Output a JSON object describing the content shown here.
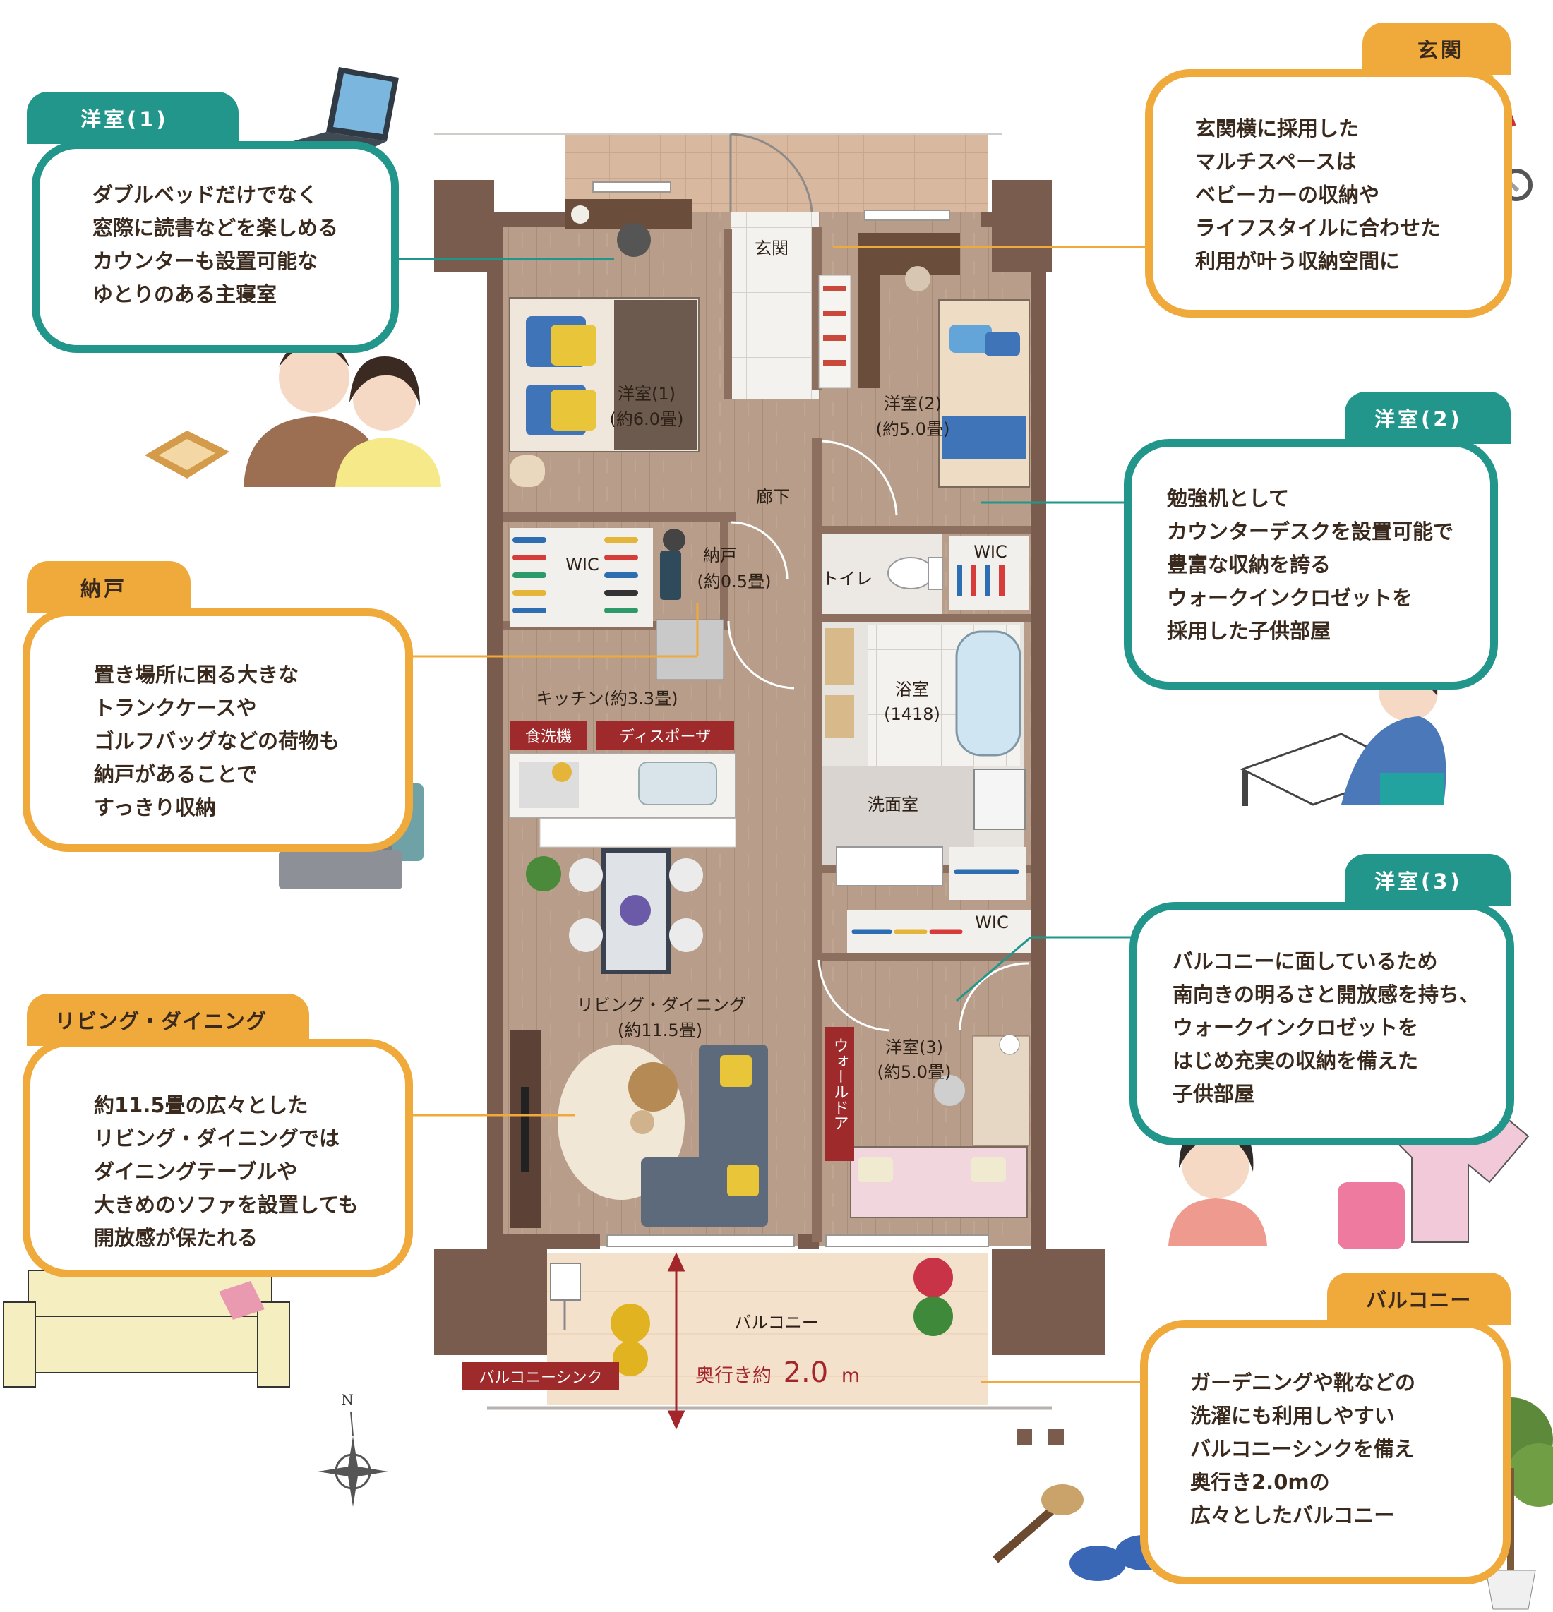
{
  "rooms": {
    "bedroom1": "洋室(1)",
    "bedroom1_size": "(約6.0畳)",
    "bedroom2": "洋室(2)",
    "bedroom2_size": "(約5.0畳)",
    "bedroom3": "洋室(3)",
    "bedroom3_size": "(約5.0畳)",
    "entrance": "玄関",
    "hallway": "廊下",
    "wic": "WIC",
    "storage": "納戸",
    "storage_size": "(約0.5畳)",
    "toilet": "トイレ",
    "bath": "浴室",
    "bath_size": "(1418)",
    "washroom": "洗面室",
    "kitchen": "キッチン(約3.3畳)",
    "living": "リビング・ダイニング",
    "living_size": "(約11.5畳)",
    "balcony": "バルコニー",
    "depth_prefix": "奥行き約",
    "depth_value": "2.0",
    "depth_unit": "m",
    "compass_n": "N"
  },
  "tags": {
    "dishwasher": "食洗機",
    "disposer": "ディスポーザ",
    "wall_door": "ウォールドア",
    "balcony_sink": "バルコニーシンク"
  },
  "callouts": {
    "bedroom1": {
      "title": "洋室(1)",
      "text": "ダブルベッドだけでなく\n窓際に読書などを楽しめる\nカウンターも設置可能な\nゆとりのある主寝室"
    },
    "storage": {
      "title": "納戸",
      "text": "置き場所に困る大きな\nトランクケースや\nゴルフバッグなどの荷物も\n納戸があることで\nすっきり収納"
    },
    "living": {
      "title": "リビング・ダイニング",
      "text": "約11.5畳の広々とした\nリビング・ダイニングでは\nダイニングテーブルや\n大きめのソファを設置しても\n開放感が保たれる"
    },
    "entrance": {
      "title": "玄関",
      "text": "玄関横に採用した\nマルチスペースは\nベビーカーの収納や\nライフスタイルに合わせた\n利用が叶う収納空間に"
    },
    "bedroom2": {
      "title": "洋室(2)",
      "text": "勉強机として\nカウンターデスクを設置可能で\n豊富な収納を誇る\nウォークインクロゼットを\n採用した子供部屋"
    },
    "bedroom3": {
      "title": "洋室(3)",
      "text": "バルコニーに面しているため\n南向きの明るさと開放感を持ち、\nウォークインクロゼットを\nはじめ充実の収納を備えた\n子供部屋"
    },
    "balcony": {
      "title": "バルコニー",
      "text": "ガーデニングや靴などの\n洗濯にも利用しやすい\nバルコニーシンクを備え\n奥行き2.0mの\n広々としたバルコニー"
    }
  },
  "colors": {
    "teal": "#22968a",
    "orange": "#f0a93b",
    "wall": "#7a5c4e",
    "floor_wood": "#b79d89",
    "tile": "#f2f0ec",
    "tag_red": "#9e2a2b",
    "balcony": "#f3dfc9"
  }
}
